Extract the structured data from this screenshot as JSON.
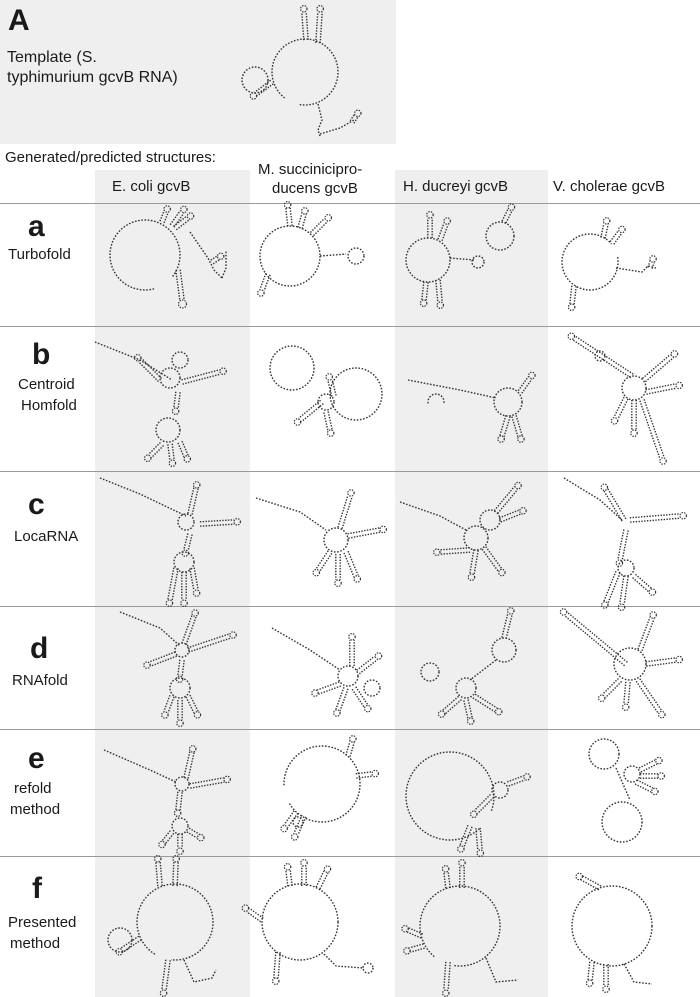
{
  "panel_a": {
    "letter": "A",
    "template_label_line1": "Template (S.",
    "template_label_line2": "typhimurium gcvB RNA)"
  },
  "generated_title": "Generated/predicted structures:",
  "columns": {
    "c1": "E. coli gcvB",
    "c2_line1": "M. succinicipro-",
    "c2_line2": "ducens gcvB",
    "c3": "H. ducreyi gcvB",
    "c4": "V. cholerae gcvB"
  },
  "rows": {
    "a": {
      "letter": "a",
      "line1": "Turbofold",
      "line2": ""
    },
    "b": {
      "letter": "b",
      "line1": "Centroid",
      "line2": "Homfold"
    },
    "c": {
      "letter": "c",
      "line1": "LocaRNA",
      "line2": ""
    },
    "d": {
      "letter": "d",
      "line1": "RNAfold",
      "line2": ""
    },
    "e": {
      "letter": "e",
      "line1": "refold",
      "line2": "method"
    },
    "f": {
      "letter": "f",
      "line1": "Presented",
      "line2": "method"
    }
  },
  "colors": {
    "shade": "#efefef",
    "stroke": "#333333",
    "rule": "#9a9a9a"
  }
}
